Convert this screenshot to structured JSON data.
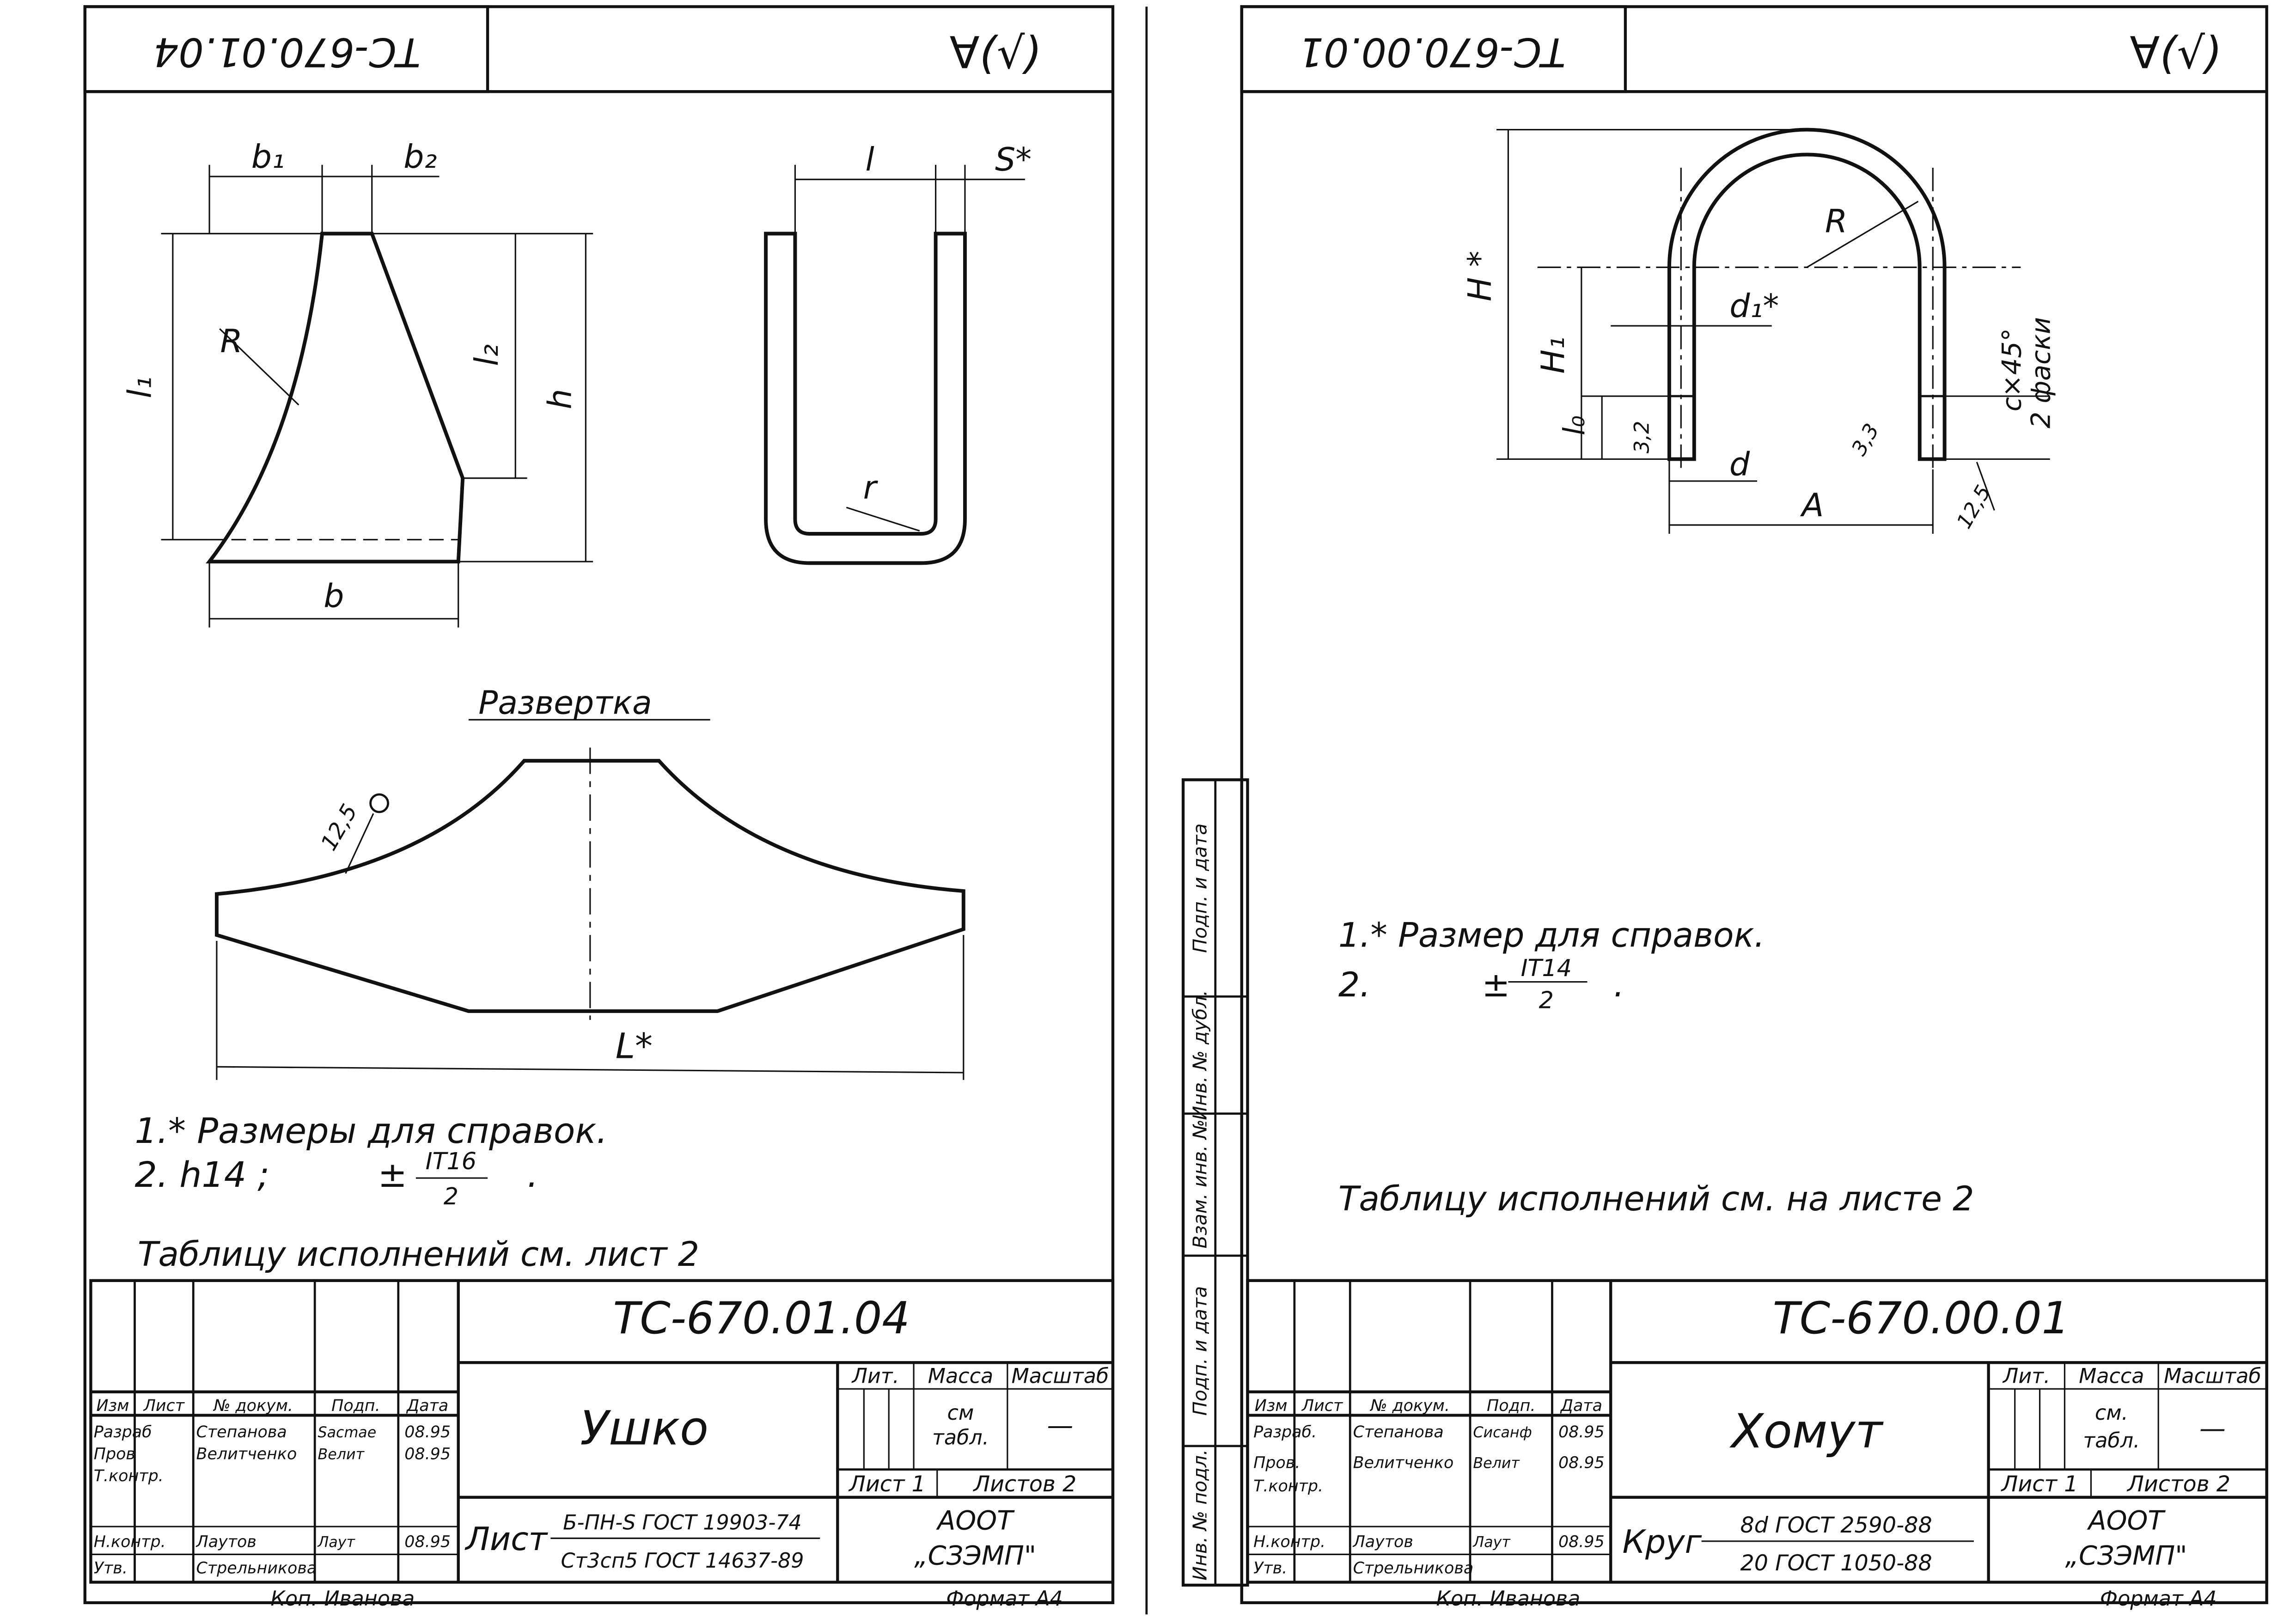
{
  "sheet_left": {
    "stamp": "TC-670.01.04",
    "roughness_mark": "∀(√)",
    "dims": {
      "b1": "b₁",
      "b2": "b₂",
      "l1": "l₁",
      "l2": "l₂",
      "h": "h",
      "b": "b",
      "R": "R",
      "l": "l",
      "s": "S*",
      "r": "r",
      "Lstar": "L*",
      "rough": "12,5"
    },
    "development_label": "Развертка",
    "notes": {
      "n1": "1.* Размеры для справок.",
      "n2": "2.  h14 ;",
      "n2b": "±",
      "frac_top": "IT16",
      "frac_bot": "2",
      "tail": "."
    },
    "table_note": "Таблицу исполнений см. лист 2",
    "title_block": {
      "designation": "TC-670.01.04",
      "name": "Ушко",
      "headers": {
        "izm": "Изм",
        "list": "Лист",
        "doc": "№ докум.",
        "sign": "Подп.",
        "date": "Дата"
      },
      "roles": {
        "dev": "Разраб",
        "check": "Пров",
        "tcontrol": "Т.контр.",
        "ncontrol": "Н.контр.",
        "approve": "Утв."
      },
      "people": {
        "dev": "Степанова",
        "check": "Велитченко",
        "ncontrol": "Лаутов",
        "approve": "Стрельникова"
      },
      "dates": {
        "dev": "08.95",
        "check": "08.95",
        "ncontrol": "08.95"
      },
      "signs": {
        "dev": "Sacmae",
        "check": "Велит",
        "ncontrol": "Лаут"
      },
      "lit": "Лит.",
      "massa": "Масса",
      "mashtab": "Масштаб",
      "mass_value_1": "см",
      "mass_value_2": "табл.",
      "scale_value": "—",
      "sheet": "Лист 1",
      "sheets": "Листов 2",
      "material_prefix": "Лист",
      "material_top": "Б-ПН-S ГОСТ 19903-74",
      "material_bottom": "Ст3сп5 ГОСТ 14637-89",
      "org_1": "АООТ",
      "org_2": "„СЗЭМП\"",
      "copied": "Коп. Иванова",
      "format": "Формат А4"
    }
  },
  "sheet_right": {
    "stamp": "TC-670.00.01",
    "roughness_mark": "∀(√)",
    "dims": {
      "H": "H *",
      "H1": "H₁",
      "R": "R",
      "d1": "d₁*",
      "d": "d",
      "l0": "l₀",
      "A": "A",
      "r32": "3,2",
      "r33": "3,3",
      "c45": "c×45°",
      "chamfers": "2 фаски",
      "r125": "12,5"
    },
    "notes": {
      "n1": "1.* Размер для справок.",
      "n2": "2.",
      "n2b": "±",
      "frac_top": "IT14",
      "frac_bot": "2",
      "tail": "."
    },
    "table_note": "Таблицу исполнений см. на листе 2",
    "title_block": {
      "designation": "TC-670.00.01",
      "name": "Хомут",
      "headers": {
        "izm": "Изм",
        "list": "Лист",
        "doc": "№ докум.",
        "sign": "Подп.",
        "date": "Дата"
      },
      "roles": {
        "dev": "Разраб.",
        "check": "Пров.",
        "tcontrol": "Т.контр.",
        "ncontrol": "Н.контр.",
        "approve": "Утв."
      },
      "people": {
        "dev": "Степанова",
        "check": "Велитченко",
        "ncontrol": "Лаутов",
        "approve": "Стрельникова"
      },
      "dates": {
        "dev": "08.95",
        "check": "08.95",
        "ncontrol": "08.95"
      },
      "signs": {
        "dev": "Сисанф",
        "check": "Велит",
        "ncontrol": "Лаут"
      },
      "lit": "Лит.",
      "massa": "Масса",
      "mashtab": "Масштаб",
      "mass_value_1": "см.",
      "mass_value_2": "табл.",
      "scale_value": "—",
      "sheet": "Лист 1",
      "sheets": "Листов 2",
      "material_prefix": "Круг",
      "material_top": "8d ГОСТ 2590-88",
      "material_bottom": "20 ГОСТ 1050-88",
      "org_1": "АООТ",
      "org_2": "„СЗЭМП\"",
      "copied": "Коп. Иванова",
      "format": "Формат А4"
    },
    "side_strip": [
      "Подп. и дата",
      "Инв. № дубл.",
      "Взам. инв. №",
      "Подп. и дата",
      "Инв. № подл."
    ]
  }
}
